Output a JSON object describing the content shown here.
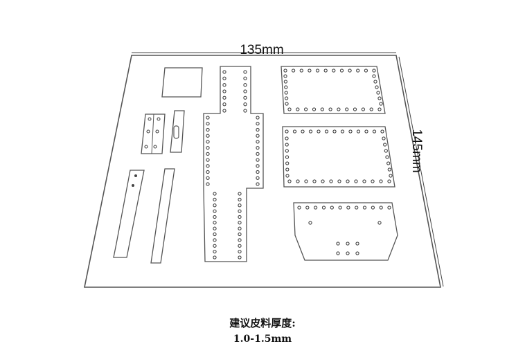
{
  "dimensions": {
    "width_label": "135mm",
    "height_label": "145mm"
  },
  "note": {
    "title": "建议皮料厚度:",
    "value": "1.0-1.5mm"
  },
  "colors": {
    "stroke": "#555555",
    "hole": "#444444",
    "text": "#111111"
  }
}
